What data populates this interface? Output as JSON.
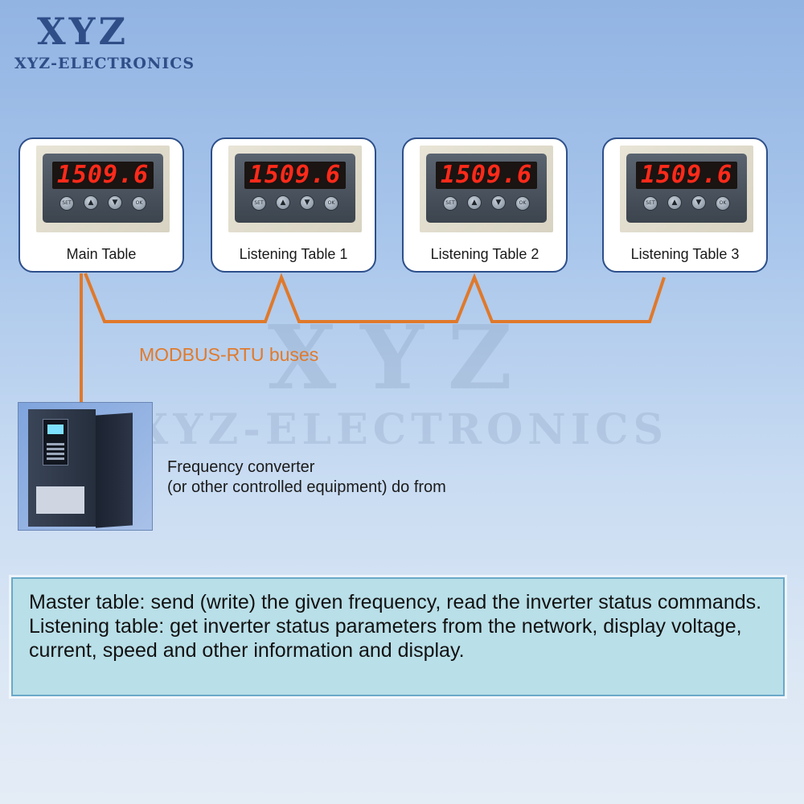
{
  "brand": {
    "logo": "XYZ",
    "name": "XYZ-ELECTRONICS"
  },
  "watermark": {
    "logo": "XYZ",
    "name": "XYZ-ELECTRONICS"
  },
  "colors": {
    "bus_wire": "#e0792a",
    "card_border": "#2d4f8a",
    "display_digits": "#ff2a1a",
    "info_box_bg": "#b9dfe8"
  },
  "meters": [
    {
      "label": "Main Table",
      "display": "1509.6",
      "buttons": [
        "SET",
        "▲",
        "▼",
        "OK"
      ]
    },
    {
      "label": "Listening Table 1",
      "display": "1509.6",
      "buttons": [
        "SET",
        "▲",
        "▼",
        "OK"
      ]
    },
    {
      "label": "Listening Table 2",
      "display": "1509.6",
      "buttons": [
        "SET",
        "▲",
        "▼",
        "OK"
      ]
    },
    {
      "label": "Listening Table 3",
      "display": "1509.6",
      "buttons": [
        "SET",
        "▲",
        "▼",
        "OK"
      ]
    }
  ],
  "bus": {
    "label": "MODBUS-RTU buses"
  },
  "device": {
    "line1": "Frequency converter",
    "line2": "(or other controlled equipment) do from"
  },
  "description": {
    "master": "Master table: send (write) the given frequency, read the inverter status commands.",
    "listening": "Listening table: get inverter status parameters from the network, display voltage, current, speed and other information and display."
  }
}
